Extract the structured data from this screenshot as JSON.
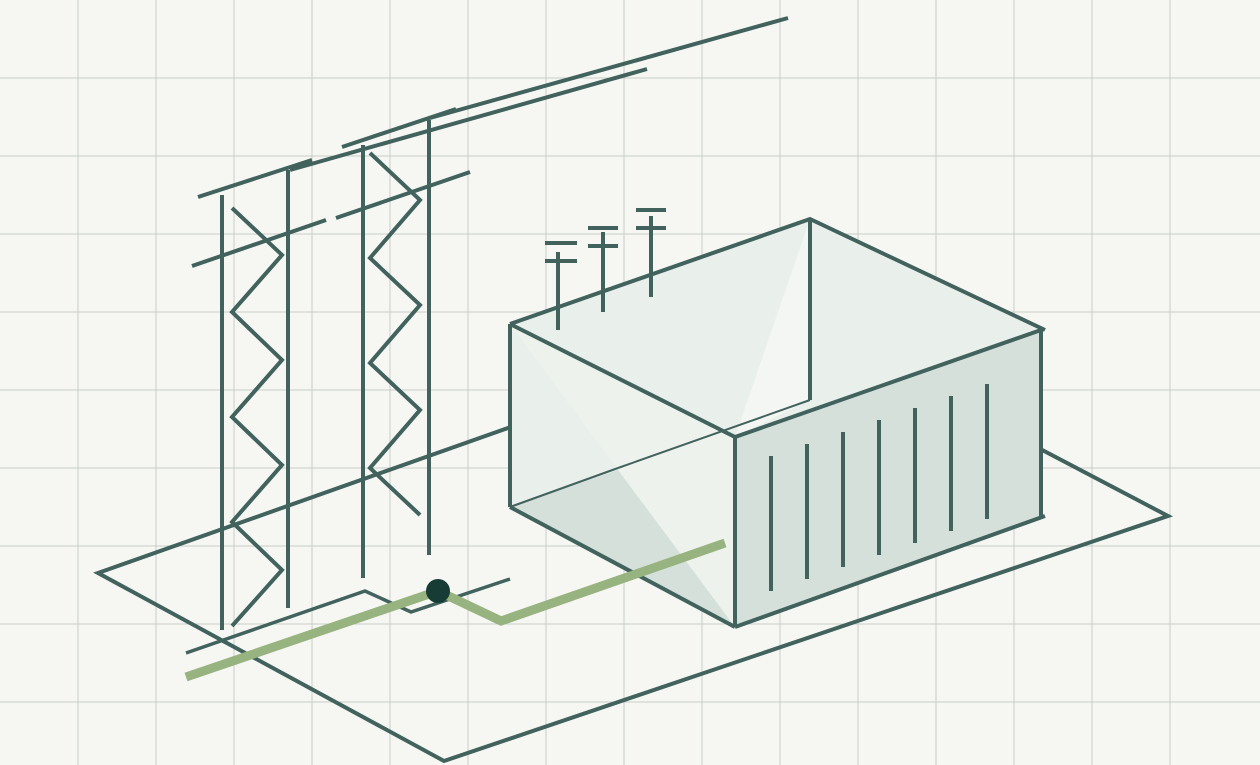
{
  "illustration": {
    "subject": "isometric-electrical-substation",
    "colors": {
      "background": "#f6f7f3",
      "grid": "#c9cdca",
      "line": "#42625e",
      "face_light": "#e9efeb",
      "face_shadow": "#d5e0da",
      "cable_accent": "#97b37f",
      "node": "#173b35"
    },
    "components": {
      "lattice_towers": 2,
      "transmission_wires": 4,
      "rooftop_insulators": 3,
      "transformer_fins": 7,
      "cable_junction_nodes": 1
    }
  }
}
